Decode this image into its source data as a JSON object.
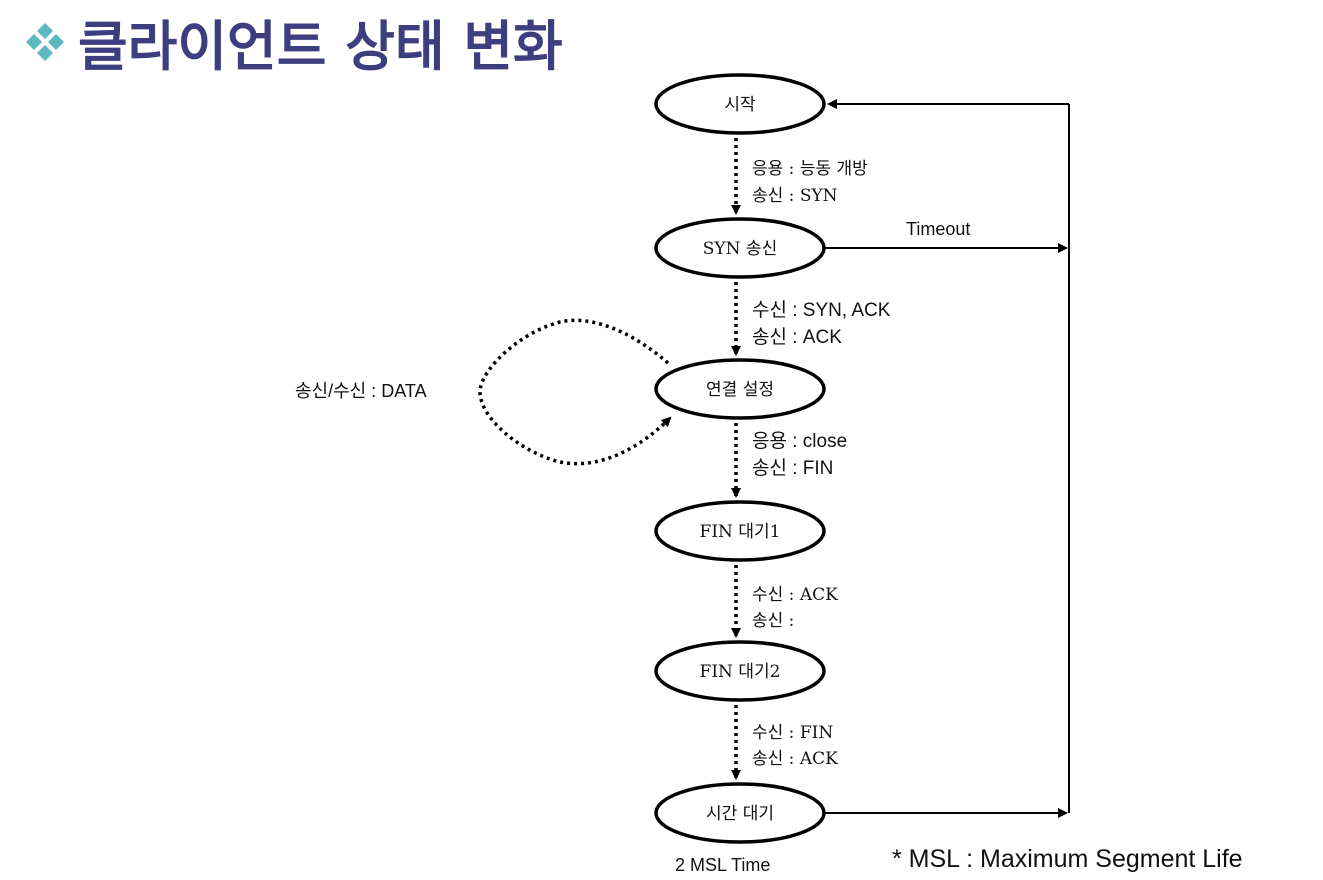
{
  "title": "클라이언트 상태 변화",
  "bullet_icon": "diamond-cluster-icon",
  "colors": {
    "title": "#3d3e80",
    "bullet": "#5fb7c1",
    "stroke": "#000000"
  },
  "states": {
    "start": "시작",
    "syn_sent": "SYN 송신",
    "established": "연결 설정",
    "fin_wait1": "FIN 대기1",
    "fin_wait2": "FIN 대기2",
    "time_wait": "시간 대기"
  },
  "transitions": {
    "t1_line1": "응용 : 능동 개방",
    "t1_line2": "송신 : SYN",
    "t2_line1": "수신 : SYN, ACK",
    "t2_line2": "송신 : ACK",
    "t3_line1": "응용 : close",
    "t3_line2": "송신 : FIN",
    "t4_line1": "수신 : ACK",
    "t4_line2": "송신 :",
    "t5_line1": "수신 : FIN",
    "t5_line2": "송신 : ACK"
  },
  "timeout_label": "Timeout",
  "loop_label": "송신/수신 : DATA",
  "time_wait_note": "2 MSL Time",
  "footnote": "* MSL : Maximum Segment Life"
}
